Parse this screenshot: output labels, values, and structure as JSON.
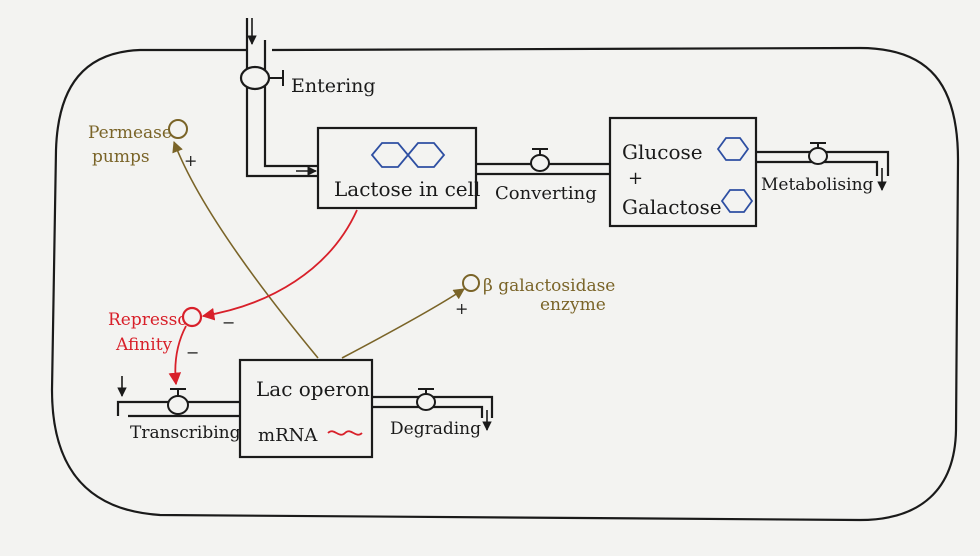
{
  "colors": {
    "ink": "#1a1a1a",
    "red": "#d8202a",
    "olive": "#7a6428",
    "blue": "#2e4fa2",
    "paper": "#f3f3f1"
  },
  "stocks": {
    "lactose": "Lactose in cell",
    "glucose": "Glucose",
    "plus": "+",
    "galactose": "Galactose",
    "lac_operon": "Lac operon",
    "mrna": "mRNA"
  },
  "flows": {
    "entering": "Entering",
    "converting": "Converting",
    "metabolising": "Metabolising",
    "transcribing": "Transcribing",
    "degrading": "Degrading"
  },
  "auxiliaries": {
    "permease_line1": "Permease",
    "permease_line2": "pumps",
    "repressor_line1": "Repressor",
    "repressor_line2": "Afinity",
    "beta_line1": "β galactosidase",
    "beta_line2": "enzyme"
  },
  "polarities": {
    "permease": "+",
    "beta": "+",
    "lactose_to_repressor": "−",
    "repressor_to_transcribing": "−"
  }
}
